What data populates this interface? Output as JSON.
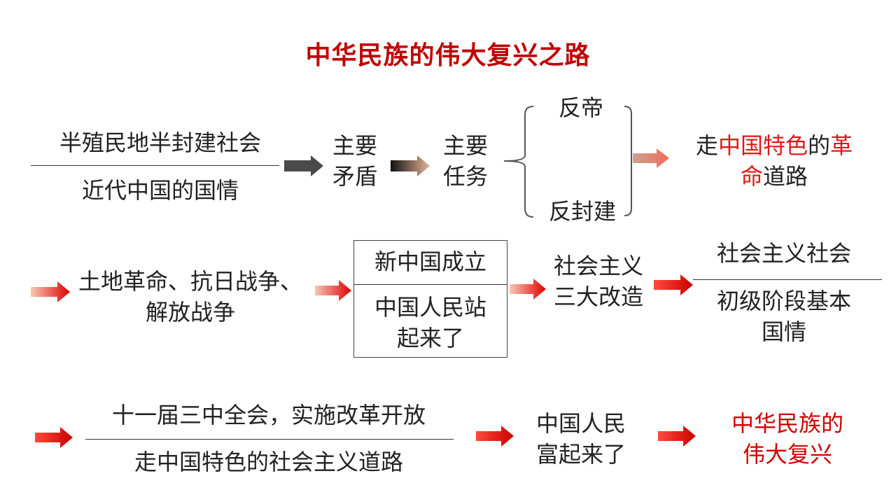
{
  "title": "中华民族的伟大复兴之路",
  "row1": {
    "society": "半殖民地半封建社会",
    "condition": "近代中国的国情",
    "contradiction": [
      "主要",
      "矛盾"
    ],
    "task": [
      "主要",
      "任务"
    ],
    "brace_top": "反帝",
    "brace_bottom": "反封建",
    "result": {
      "p1": "走",
      "p2": "中国特色",
      "p3": "的",
      "p4": "革",
      "p5": "命",
      "p6": "道路"
    }
  },
  "row2": {
    "wars": [
      "土地革命、抗日战争、",
      "解放战争"
    ],
    "box_top": "新中国成立",
    "box_bottom": [
      "中国人民站",
      "起来了"
    ],
    "transform": [
      "社会主义",
      "三大改造"
    ],
    "society": "社会主义社会",
    "condition": [
      "初级阶段基本",
      "国情"
    ]
  },
  "row3": {
    "plenum": "十一届三中全会，实施改革开放",
    "path": "走中国特色的社会主义道路",
    "rich": [
      "中国人民",
      "富起来了"
    ],
    "goal": [
      "中华民族的",
      "伟大复兴"
    ]
  },
  "colors": {
    "title": "#c00000",
    "highlight": "#e01818",
    "arrow_red": "#e00000",
    "arrow_dark": "#222222"
  }
}
